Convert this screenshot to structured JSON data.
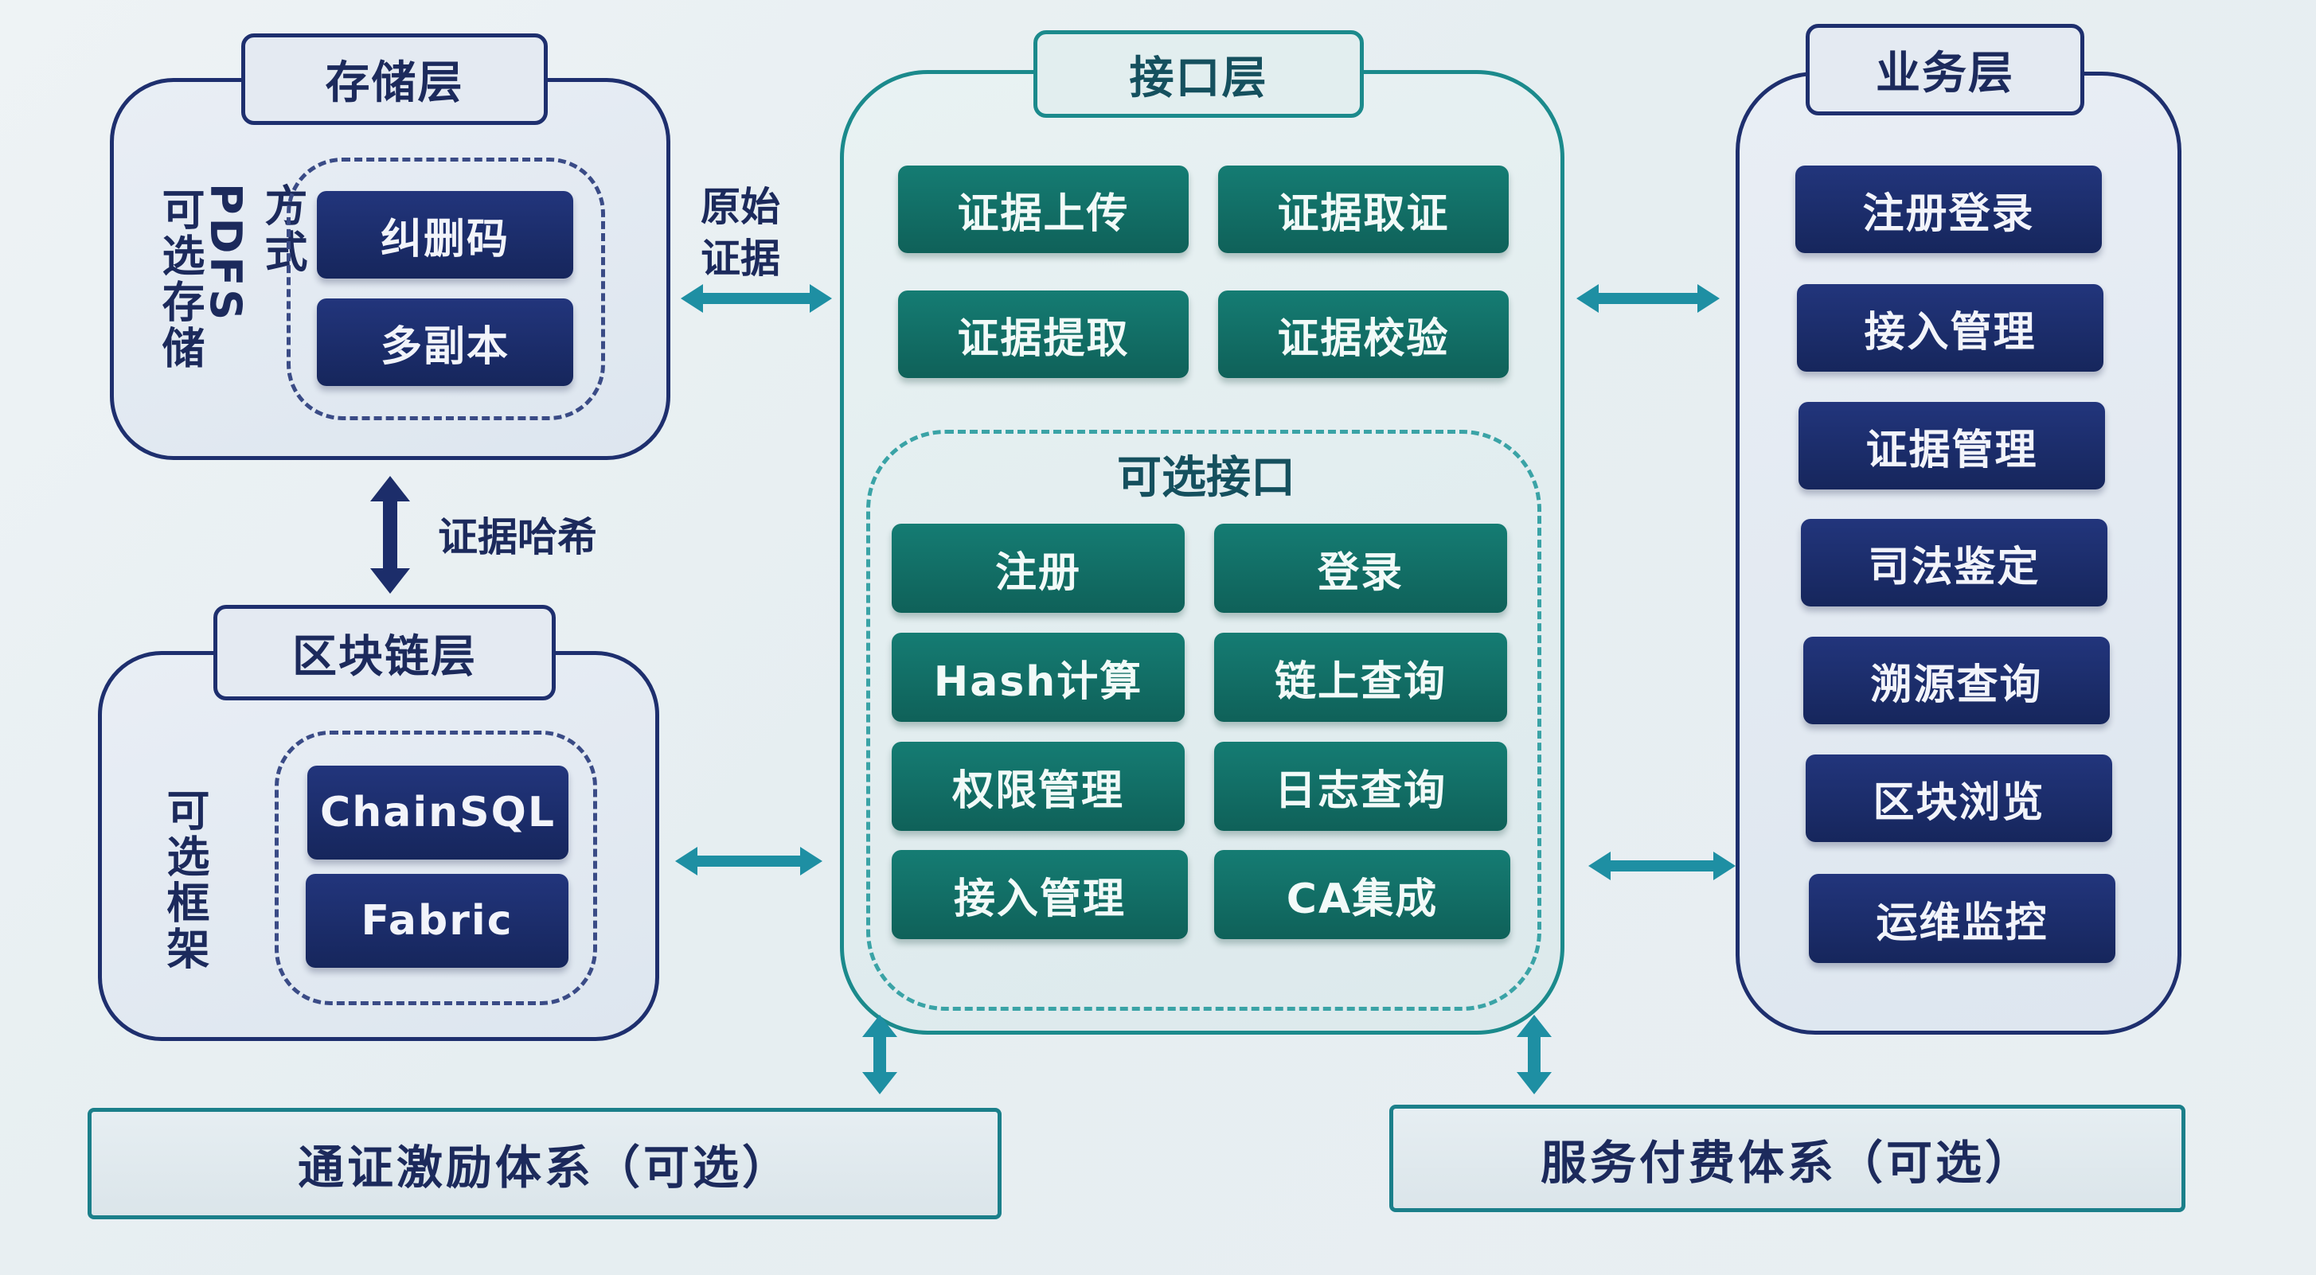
{
  "storage_layer": {
    "title": "存储层",
    "side_label_1": "可选存储",
    "side_label_2": "方式PDFS",
    "items": [
      "纠删码",
      "多副本"
    ]
  },
  "blockchain_layer": {
    "title": "区块链层",
    "side_label": "可选框架",
    "items": [
      "ChainSQL",
      "Fabric"
    ]
  },
  "interface_layer": {
    "title": "接口层",
    "items": [
      "证据上传",
      "证据取证",
      "证据提取",
      "证据校验"
    ],
    "optional_title": "可选接口",
    "optional_items": [
      "注册",
      "登录",
      "Hash计算",
      "链上查询",
      "权限管理",
      "日志查询",
      "接入管理",
      "CA集成"
    ]
  },
  "business_layer": {
    "title": "业务层",
    "items": [
      "注册登录",
      "接入管理",
      "证据管理",
      "司法鉴定",
      "溯源查询",
      "区块浏览",
      "运维监控"
    ]
  },
  "connectors": {
    "raw_evidence_1": "原始",
    "raw_evidence_2": "证据",
    "evidence_hash": "证据哈希"
  },
  "bottom": {
    "token_incentive": "通证激励体系（可选）",
    "service_fee": "服务付费体系（可选）"
  },
  "colors": {
    "navy": "#1e2f6e",
    "teal": "#1b8a8c",
    "teal_button": "#157c73",
    "navy_button": "#1c2d6a"
  }
}
